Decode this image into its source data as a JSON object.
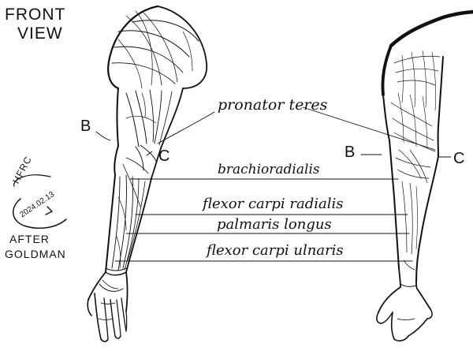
{
  "title": {
    "line1": "FRONT",
    "line2": "VIEW"
  },
  "labels": {
    "pronator_teres": "pronator teres",
    "brachioradialis": "brachioradialis",
    "flexor_carpi_radialis": "flexor carpi radialis",
    "palmaris_longus": "palmaris longus",
    "flexor_carpi_ulnaris": "flexor carpi ulnaris",
    "b_left": "B",
    "c_left": "C",
    "b_right": "B",
    "c_right": "C"
  },
  "signature": {
    "initials": "HFRC",
    "date": "2024.02.13"
  },
  "credit": {
    "line1": "AFTER",
    "line2": "GOLDMAN"
  },
  "ink_color": "#111111"
}
